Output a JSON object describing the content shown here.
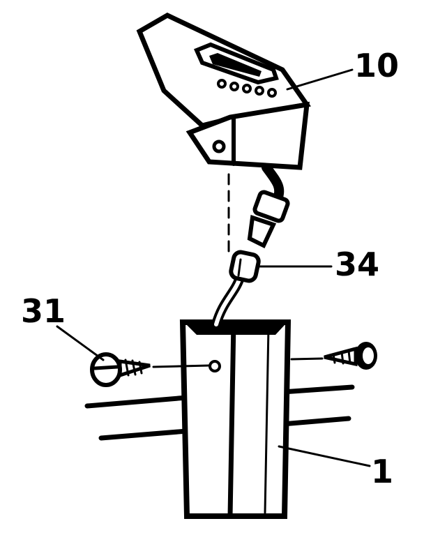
{
  "figure": {
    "colors": {
      "ink": "#000000",
      "paper": "#ffffff"
    },
    "parts": [
      {
        "label": "10",
        "name": "control-unit"
      },
      {
        "label": "34",
        "name": "cable-connector"
      },
      {
        "label": "31",
        "name": "screw"
      },
      {
        "label": "1",
        "name": "post"
      }
    ]
  }
}
